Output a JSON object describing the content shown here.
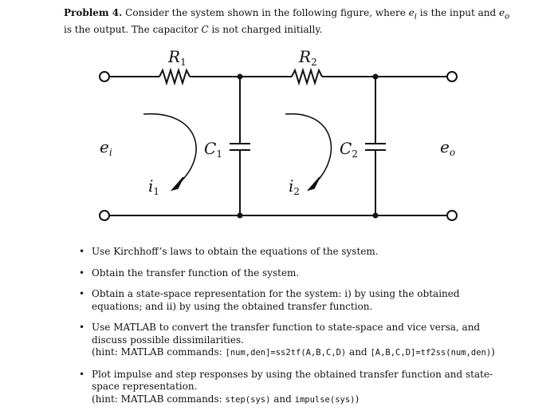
{
  "problem": {
    "label": "Problem 4.",
    "text1": "Consider the system shown in the following figure, where ",
    "ei": "e",
    "ei_sub": "i",
    "text2": " is the input and ",
    "eo": "e",
    "eo_sub": "o",
    "text3": " is the output. The capacitor ",
    "cap": "C",
    "text4": " is not charged initially."
  },
  "circuit": {
    "r1": "R",
    "r1_sub": "1",
    "r2": "R",
    "r2_sub": "2",
    "c1": "C",
    "c1_sub": "1",
    "c2": "C",
    "c2_sub": "2",
    "ei": "e",
    "ei_sub": "i",
    "eo": "e",
    "eo_sub": "o",
    "i1": "i",
    "i1_sub": "1",
    "i2": "i",
    "i2_sub": "2"
  },
  "tasks": [
    {
      "text": "Use Kirchhoff’s laws to obtain the equations of the system."
    },
    {
      "text": "Obtain the transfer function of the system."
    },
    {
      "text": "Obtain a state-space representation for the system: i) by using the obtained equations; and ii) by using the obtained transfer function."
    },
    {
      "text": "Use MATLAB to convert the transfer function to state-space and vice versa, and discuss possible dissimilarities.",
      "hint_prefix": "(hint: MATLAB commands: ",
      "code1": "[num,den]=ss2tf(A,B,C,D)",
      "hint_mid": " and ",
      "code2": "[A,B,C,D]=tf2ss(num,den)",
      "hint_suffix": ")"
    },
    {
      "text": "Plot impulse and step responses by using the obtained transfer function and state-space representation.",
      "hint_prefix": "(hint: MATLAB commands: ",
      "code1": "step(sys)",
      "hint_mid": " and ",
      "code2": "impulse(sys)",
      "hint_suffix": ")"
    }
  ]
}
